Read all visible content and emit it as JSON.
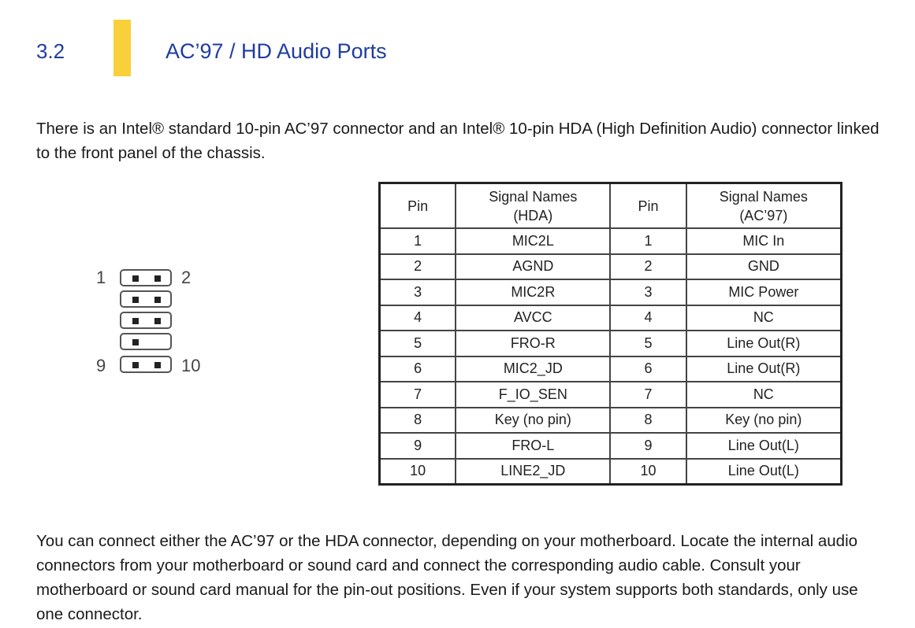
{
  "section": {
    "number": "3.2",
    "title": "AC’97 / HD Audio Ports"
  },
  "intro": "There is an Intel® standard 10-pin AC’97 connector and an Intel® 10-pin HDA (High Definition Audio) connector linked to the front panel of the chassis.",
  "diagram": {
    "label_top_left": "1",
    "label_top_right": "2",
    "label_bottom_left": "9",
    "label_bottom_right": "10"
  },
  "table": {
    "headers": {
      "pin_hda": "Pin",
      "signal_hda_line1": "Signal Names",
      "signal_hda_line2": "(HDA)",
      "pin_ac97": "Pin",
      "signal_ac97_line1": "Signal Names",
      "signal_ac97_line2": "(AC’97)"
    },
    "rows": [
      {
        "pin_hda": "1",
        "hda": "MIC2L",
        "pin_ac97": "1",
        "ac97": "MIC In"
      },
      {
        "pin_hda": "2",
        "hda": "AGND",
        "pin_ac97": "2",
        "ac97": "GND"
      },
      {
        "pin_hda": "3",
        "hda": "MIC2R",
        "pin_ac97": "3",
        "ac97": "MIC Power"
      },
      {
        "pin_hda": "4",
        "hda": "AVCC",
        "pin_ac97": "4",
        "ac97": "NC"
      },
      {
        "pin_hda": "5",
        "hda": "FRO-R",
        "pin_ac97": "5",
        "ac97": "Line Out(R)"
      },
      {
        "pin_hda": "6",
        "hda": "MIC2_JD",
        "pin_ac97": "6",
        "ac97": "Line Out(R)"
      },
      {
        "pin_hda": "7",
        "hda": "F_IO_SEN",
        "pin_ac97": "7",
        "ac97": "NC"
      },
      {
        "pin_hda": "8",
        "hda": "Key (no pin)",
        "pin_ac97": "8",
        "ac97": "Key (no pin)"
      },
      {
        "pin_hda": "9",
        "hda": "FRO-L",
        "pin_ac97": "9",
        "ac97": "Line Out(L)"
      },
      {
        "pin_hda": "10",
        "hda": "LINE2_JD",
        "pin_ac97": "10",
        "ac97": "Line Out(L)"
      }
    ]
  },
  "outro": "You can connect either the AC’97 or the HDA connector, depending on your motherboard. Locate the internal audio connectors from your motherboard or sound card and connect the corresponding audio cable. Consult your motherboard or sound card manual for the pin-out positions. Even if your system supports both standards, only use one connector.",
  "colors": {
    "heading": "#1f3d9e",
    "accent_bar": "#f9cf3b"
  }
}
